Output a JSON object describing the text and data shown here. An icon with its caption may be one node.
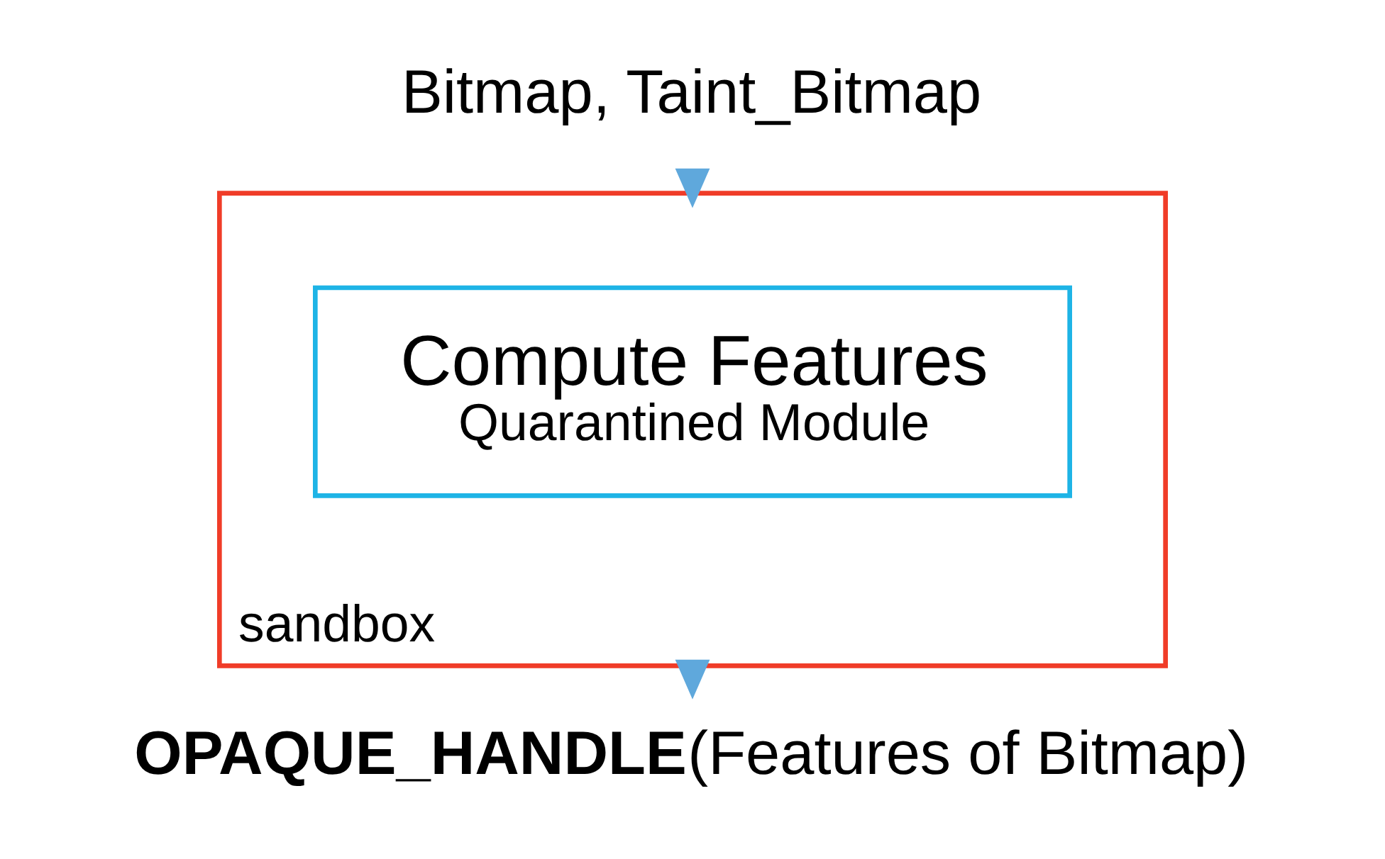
{
  "diagram": {
    "nodes": [
      {
        "text": [
          "Bitmap, Taint_Bitmap"
        ]
      },
      {
        "text": [
          "sandbox"
        ]
      },
      {
        "text": [
          "Compute Features",
          "Quarantined Module"
        ],
        "in": 1
      },
      {
        "text": [
          "**OPAQUE_HANDLE**(Features of Bitmap)"
        ]
      }
    ],
    "edges": [
      {
        "from": 0,
        "to": 1,
        "arrow": "to"
      },
      {
        "from": 1,
        "to": 3,
        "arrow": "to"
      }
    ]
  }
}
